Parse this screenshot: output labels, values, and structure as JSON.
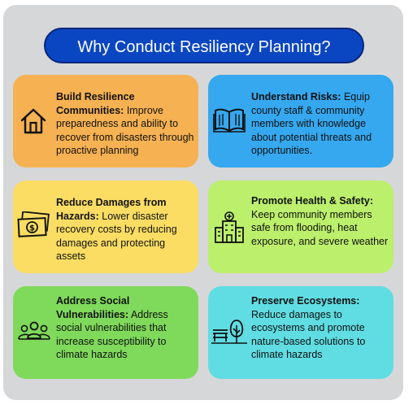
{
  "title": "Why Conduct Resiliency Planning?",
  "cards": [
    {
      "heading": "Build Resilience Communities:",
      "body": "Improve preparedness and ability to recover from disasters through proactive planning",
      "icon": "house-icon",
      "color": "#f6b152"
    },
    {
      "heading": "Understand Risks:",
      "body": "Equip county staff & community members with knowledge about potential threats and opportunities.",
      "icon": "open-book-icon",
      "color": "#35a8ef"
    },
    {
      "heading": "Reduce Damages from Hazards:",
      "body": "Lower disaster recovery costs by reducing damages and protecting assets",
      "icon": "money-icon",
      "color": "#fbdd64"
    },
    {
      "heading": "Promote Health & Safety:",
      "body": "Keep community members safe from flooding, heat exposure, and severe weather",
      "icon": "hospital-icon",
      "color": "#bbef6c"
    },
    {
      "heading": "Address Social Vulnerabilities:",
      "body": "Address social vulnerabilities that increase susceptibility to climate hazards",
      "icon": "people-group-icon",
      "color": "#7fd95a"
    },
    {
      "heading": "Preserve Ecosystems:",
      "body": "Reduce damages to ecosystems and promote nature-based solutions to climate hazards",
      "icon": "park-bench-tree-icon",
      "color": "#5fdde2"
    }
  ]
}
